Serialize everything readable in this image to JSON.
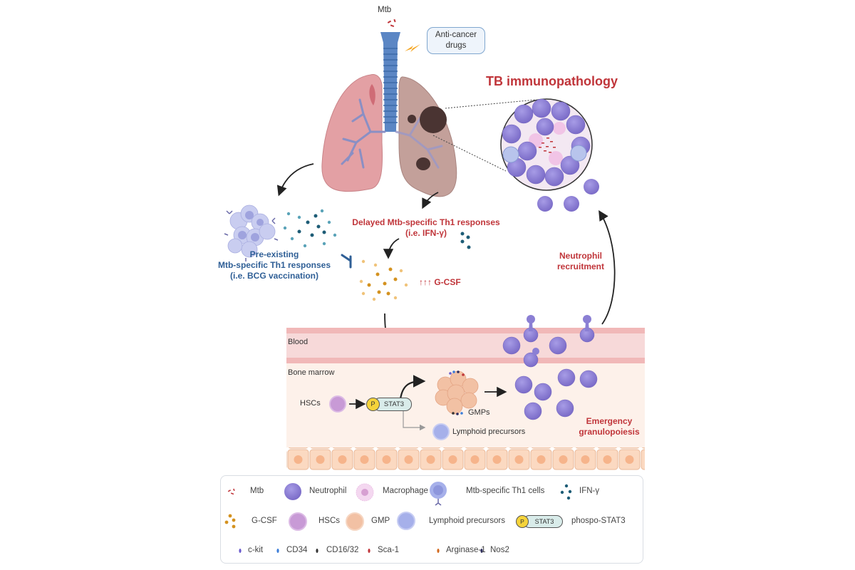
{
  "top": {
    "mtb_label": "Mtb",
    "drugs_box_line1": "Anti-cancer",
    "drugs_box_line2": "drugs"
  },
  "pathology": {
    "title": "TB immunopathology"
  },
  "left_branch": {
    "line1": "Pre-existing",
    "line2": "Mtb-specific Th1 responses",
    "line3": "(i.e. BCG vaccination)"
  },
  "middle_branch": {
    "line1": "Delayed Mtb-specific Th1 responses",
    "line2": "(i.e. IFN-γ)",
    "gcsf_label": "↑↑↑ G-CSF"
  },
  "recruitment": {
    "line1": "Neutrophil",
    "line2": "recruitment"
  },
  "marrow": {
    "blood_label": "Blood",
    "bone_marrow_label": "Bone marrow",
    "hscs_label": "HSCs",
    "p_label": "P",
    "stat3_label": "STAT3",
    "gmps_label": "GMPs",
    "lymphoid_label": "Lymphoid precursors",
    "emergency_line1": "Emergency",
    "emergency_line2": "granulopoiesis"
  },
  "legend": {
    "row1": [
      {
        "icon": "mtb-icon",
        "label": "Mtb"
      },
      {
        "icon": "neutrophil-icon",
        "label": "Neutrophil"
      },
      {
        "icon": "macrophage-icon",
        "label": "Macrophage"
      },
      {
        "icon": "th1-cell-icon",
        "label": "Mtb-specific Th1 cells"
      },
      {
        "icon": "ifn-gamma-icon",
        "label": "IFN-γ"
      }
    ],
    "row2": [
      {
        "icon": "gcsf-icon",
        "label": "G-CSF"
      },
      {
        "icon": "hsc-icon",
        "label": "HSCs"
      },
      {
        "icon": "gmp-icon",
        "label": "GMP"
      },
      {
        "icon": "lymphoid-precursor-icon",
        "label": "Lymphoid precursors"
      },
      {
        "icon": "phospho-stat3-icon",
        "label": "phospo-STAT3",
        "p": "P",
        "stat3": "STAT3"
      }
    ],
    "row3": [
      {
        "icon": "marker-dot-icon",
        "label": "c-kit",
        "color": "#6a5acd"
      },
      {
        "icon": "marker-dot-icon",
        "label": "CD34",
        "color": "#3b7dd8"
      },
      {
        "icon": "marker-dot-icon",
        "label": "CD16/32",
        "color": "#333333"
      },
      {
        "icon": "marker-dot-icon",
        "label": "Sca-1",
        "color": "#c0353a"
      },
      {
        "icon": "marker-dot-icon",
        "label": "Arginase-1",
        "color": "#d2691e"
      },
      {
        "icon": "marker-dot-icon",
        "label": "Nos2",
        "color": "#2b2b5e"
      }
    ]
  },
  "colors": {
    "accent_red": "#c0353a",
    "accent_blue": "#2f5f96",
    "neutrophil": "#8b7fd4",
    "blood": "#f7d9d9",
    "marrow": "#fdf1ea",
    "trachea": "#5b86c4"
  }
}
